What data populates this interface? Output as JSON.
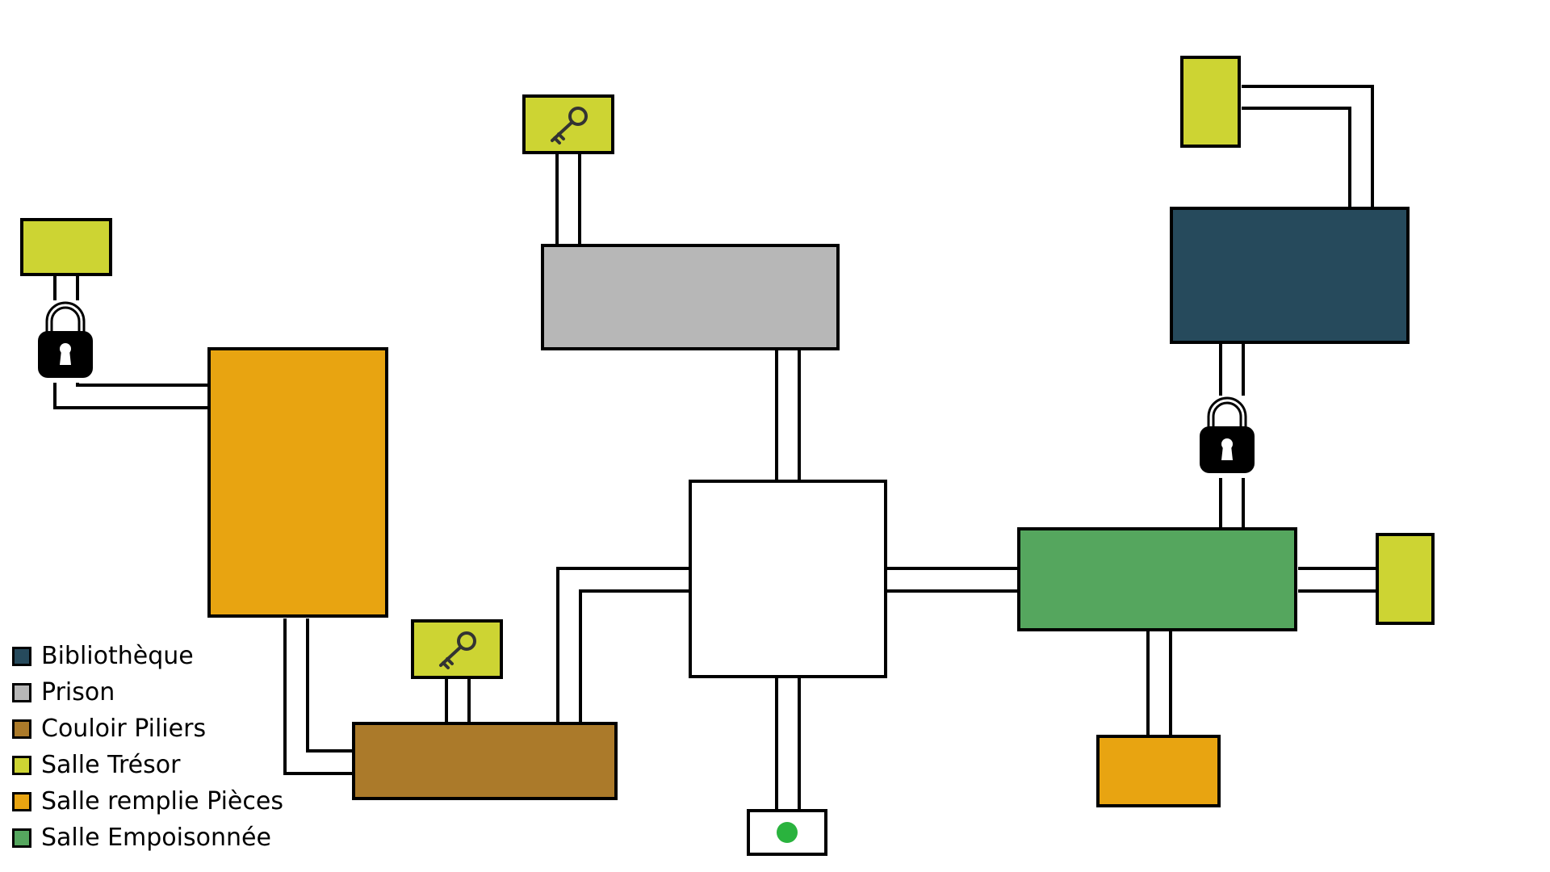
{
  "colors": {
    "bibliotheque": "#264a5c",
    "prison": "#b7b7b7",
    "couloir_piliers": "#ab7a2a",
    "salle_tresor": "#cdd433",
    "salle_remplie_pieces": "#e8a411",
    "salle_empoisonnee": "#55a65e",
    "hub": "#ffffff",
    "entrance_marker": "#2ab33e",
    "outline": "#000000"
  },
  "rooms": [
    {
      "id": "salle-tresor-top-left",
      "type": "salle_tresor"
    },
    {
      "id": "salle-tresor-key-top",
      "type": "salle_tresor",
      "icon": "key-icon"
    },
    {
      "id": "salle-tresor-top-right",
      "type": "salle_tresor"
    },
    {
      "id": "prison",
      "type": "prison"
    },
    {
      "id": "bibliotheque",
      "type": "bibliotheque"
    },
    {
      "id": "salle-remplie-pieces-left",
      "type": "salle_remplie_pieces"
    },
    {
      "id": "central-hub",
      "type": "hub"
    },
    {
      "id": "salle-empoisonnee",
      "type": "salle_empoisonnee"
    },
    {
      "id": "salle-tresor-right",
      "type": "salle_tresor"
    },
    {
      "id": "salle-tresor-key-bottom",
      "type": "salle_tresor",
      "icon": "key-icon"
    },
    {
      "id": "couloir-piliers",
      "type": "couloir_piliers"
    },
    {
      "id": "salle-remplie-pieces-bottom",
      "type": "salle_remplie_pieces"
    },
    {
      "id": "entrance",
      "type": "hub",
      "icon": "entrance-dot-icon"
    }
  ],
  "locks": [
    {
      "id": "lock-left",
      "icon": "padlock-icon"
    },
    {
      "id": "lock-right",
      "icon": "padlock-icon"
    }
  ],
  "legend": {
    "items": [
      {
        "label": "Bibliothèque",
        "color": "#264a5c"
      },
      {
        "label": "Prison",
        "color": "#b7b7b7"
      },
      {
        "label": "Couloir Piliers",
        "color": "#ab7a2a"
      },
      {
        "label": "Salle Trésor",
        "color": "#cdd433"
      },
      {
        "label": "Salle remplie Pièces",
        "color": "#e8a411"
      },
      {
        "label": "Salle Empoisonnée",
        "color": "#55a65e"
      }
    ]
  }
}
